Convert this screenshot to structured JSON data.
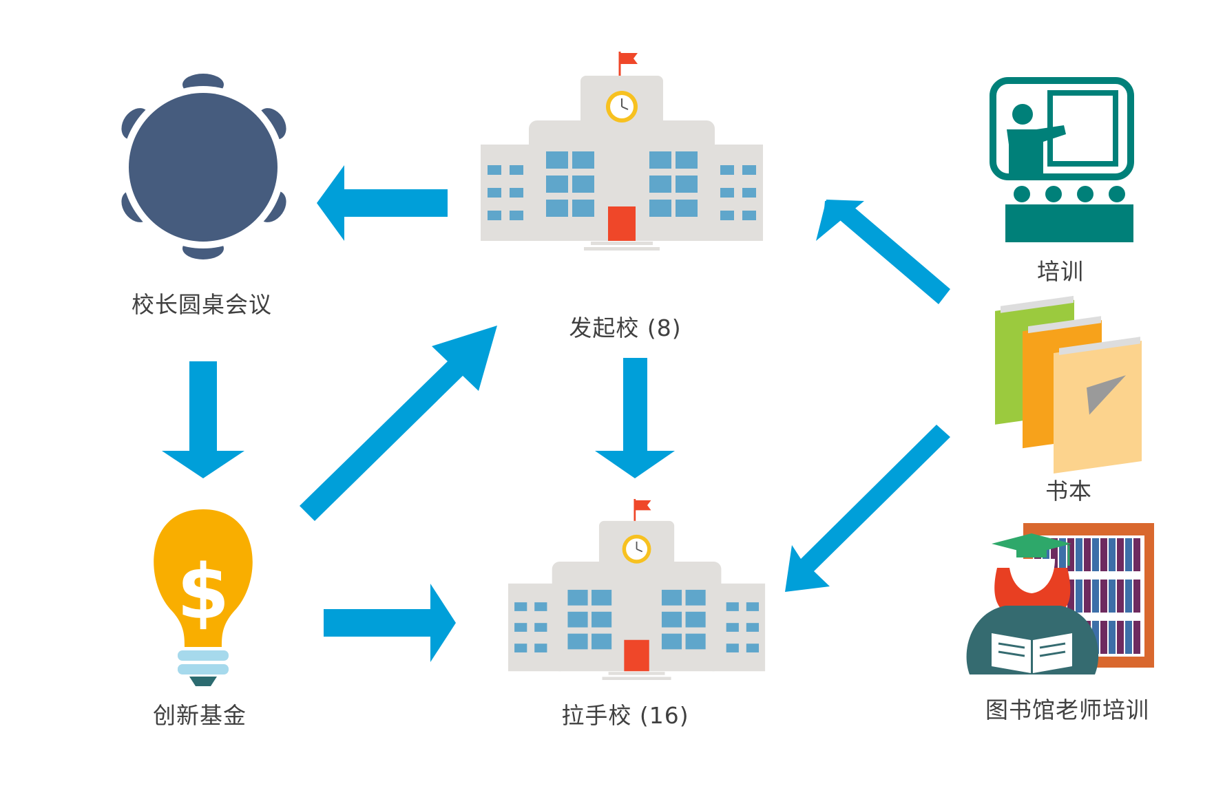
{
  "nodes": {
    "roundtable": {
      "label": "校长圆桌会议"
    },
    "founding_schools": {
      "label": "发起校 (8)"
    },
    "fund": {
      "label": "创新基金"
    },
    "partner_schools": {
      "label": "拉手校 (16)"
    },
    "training": {
      "label": "培训"
    },
    "books": {
      "label": "书本"
    },
    "librarian_training": {
      "label": "图书馆老师培训"
    }
  },
  "colors": {
    "arrow": "#009FD9",
    "table": "#465C7E",
    "building": "#E1DFDC",
    "window": "#5FA6CB",
    "door": "#EF4729",
    "flag": "#EF4729",
    "clock_rim": "#F7C120",
    "bulb": "#F9AE00",
    "bulb_base": "#A6D9EC",
    "teal": "#008079",
    "book_green": "#9BCA3E",
    "book_orange": "#F7A21B",
    "book_tan": "#FCD38D",
    "shelf": "#D9682E",
    "grad_cap": "#2EA86A"
  },
  "edges": [
    {
      "from": "founding_schools",
      "to": "roundtable"
    },
    {
      "from": "roundtable",
      "to": "fund"
    },
    {
      "from": "fund",
      "to": "founding_schools"
    },
    {
      "from": "fund",
      "to": "partner_schools"
    },
    {
      "from": "founding_schools",
      "to": "partner_schools"
    },
    {
      "from": "training",
      "to": "founding_schools"
    },
    {
      "from": "books",
      "to": "partner_schools"
    }
  ]
}
